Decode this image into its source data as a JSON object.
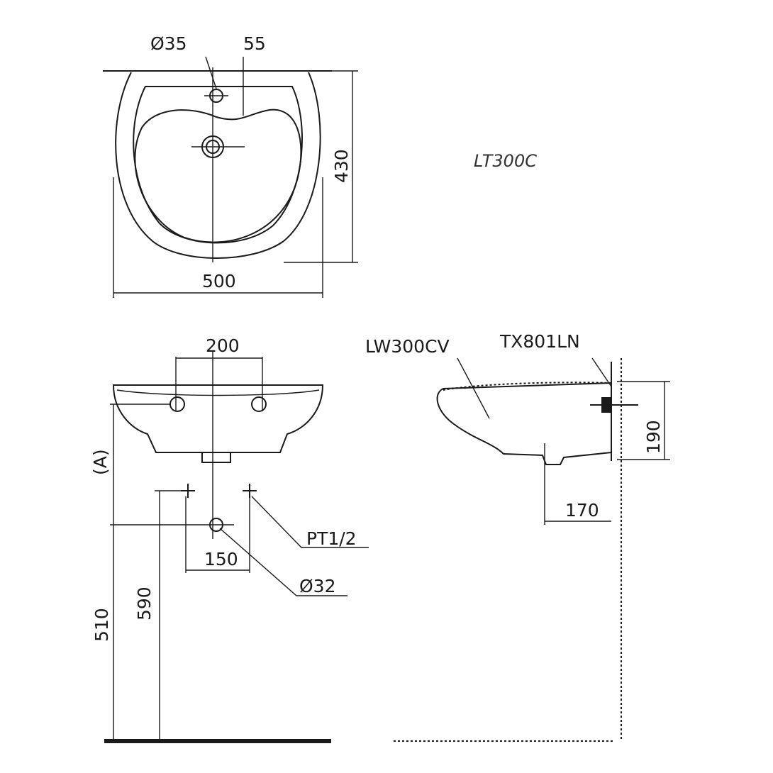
{
  "model": "LT300C",
  "top_view": {
    "tap_hole": "Ø35",
    "tap_offset": "55",
    "depth": "430",
    "width": "500"
  },
  "front_view": {
    "hole_spacing": "200",
    "height_label": "(A)",
    "supply": "PT1/2",
    "supply_spacing": "150",
    "drain": "Ø32",
    "drain_height": "510",
    "supply_height": "590"
  },
  "side_view": {
    "basin_code": "LW300CV",
    "bracket_code": "TX801LN",
    "basin_height": "190",
    "drain_offset": "170"
  }
}
